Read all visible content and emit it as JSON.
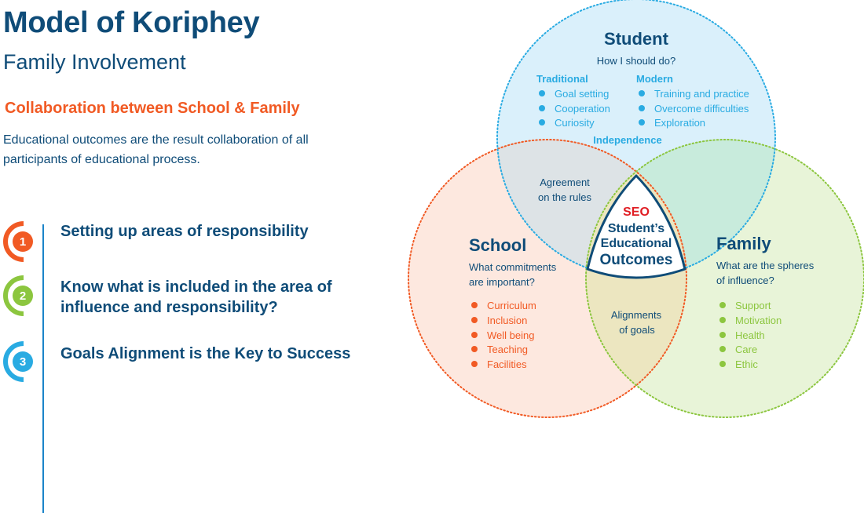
{
  "header": {
    "title": "Model of Koriphey",
    "subtitle": "Family Involvement"
  },
  "intro": {
    "heading": "Collaboration between School & Family",
    "text": "Educational outcomes are the result collaboration of all participants of educational process."
  },
  "steps": [
    {
      "number": "1",
      "label": "Setting up areas of responsibility",
      "color": "#f15a24"
    },
    {
      "number": "2",
      "label": "Know what is included in the area of influence and responsibility?",
      "color": "#8cc63f"
    },
    {
      "number": "3",
      "label": "Goals Alignment is the Key to Success",
      "color": "#29abe2"
    }
  ],
  "colors": {
    "student": "#29abe2",
    "school": "#f15a24",
    "family": "#8cc63f",
    "navy": "#0f4c78",
    "seo_red": "#e01e24"
  },
  "venn": {
    "student": {
      "title": "Student",
      "question": "How I should do?",
      "traditional": {
        "heading": "Traditional",
        "items": [
          "Goal setting",
          "Cooperation",
          "Curiosity"
        ]
      },
      "modern": {
        "heading": "Modern",
        "items": [
          "Training and practice",
          "Overcome difficulties",
          "Exploration"
        ]
      },
      "footer": "Independence"
    },
    "school": {
      "title": "School",
      "question_lines": [
        "What commitments",
        "are important?"
      ],
      "items": [
        "Curriculum",
        "Inclusion",
        "Well being",
        "Teaching",
        "Facilities"
      ]
    },
    "family": {
      "title": "Family",
      "question_lines": [
        "What are the spheres",
        "of influence?"
      ],
      "items": [
        "Support",
        "Motivation",
        "Health",
        "Care",
        "Ethic"
      ]
    },
    "overlaps": {
      "student_school": [
        "Agreement",
        "on the rules"
      ],
      "school_family": [
        "Alignments",
        "of goals"
      ]
    },
    "center": {
      "abbr": "SEO",
      "lines": [
        "Student’s",
        "Educational",
        "Outcomes"
      ]
    }
  }
}
